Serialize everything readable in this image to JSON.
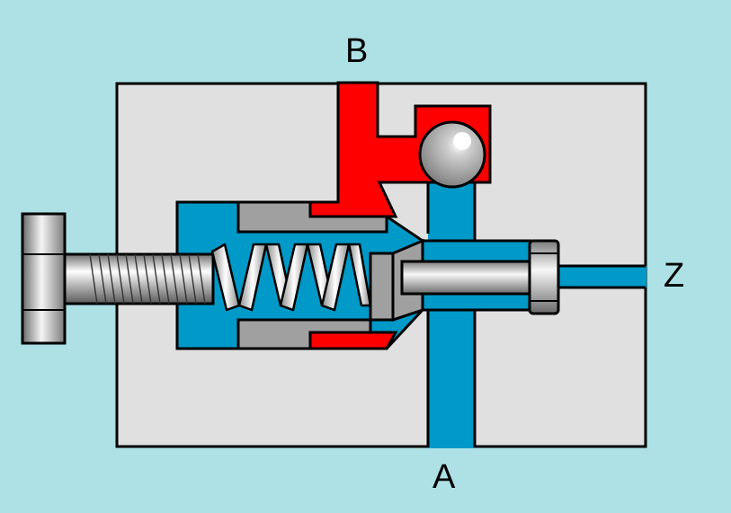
{
  "diagram": {
    "ports": {
      "b": "B",
      "a": "A",
      "z": "Z"
    },
    "colors": {
      "background": "#ade1e5",
      "housing": "#e0e0e0",
      "pressure_line": "#ff0000",
      "pilot_line": "#0099c8",
      "sleeve": "#a0a0a0",
      "outline": "#000000"
    },
    "components": [
      "valve-housing",
      "adjusting-screw",
      "compression-spring",
      "valve-piston",
      "check-ball",
      "pilot-piston"
    ]
  }
}
